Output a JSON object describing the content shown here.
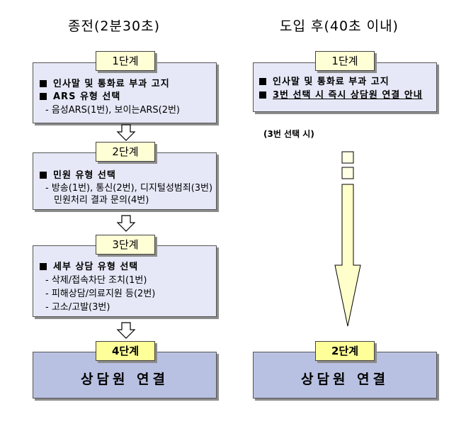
{
  "left_title": "종전(2분30초)",
  "right_title": "도입 후(40초 이내)",
  "left": {
    "s1": {
      "tag": "1단계",
      "l1": "인사말 및 통화료 부과 고지",
      "l2": "ARS 유형 선택",
      "l3": "- 음성ARS(1번), 보이는ARS(2번)"
    },
    "s2": {
      "tag": "2단계",
      "l1": "민원 유형 선택",
      "l2": "- 방송(1번), 통신(2번), 디지털성범죄(3번)",
      "l3": "민원처리 결과 문의(4번)"
    },
    "s3": {
      "tag": "3단계",
      "l1": "세부 상담 유형 선택",
      "l2": "- 삭제/접속차단 조치(1번)",
      "l3": "- 피해상담/의료지원 등(2번)",
      "l4": "- 고소/고발(3번)"
    },
    "s4": {
      "tag": "4단계",
      "main": "상담원 연결"
    }
  },
  "right": {
    "s1": {
      "tag": "1단계",
      "l1": "인사말 및 통화료 부과 고지",
      "l2": "3번 선택 시 즉시 상담원 연결 안내"
    },
    "note": "(3번 선택 시)",
    "s2": {
      "tag": "2단계",
      "main": "상담원 연결"
    }
  }
}
